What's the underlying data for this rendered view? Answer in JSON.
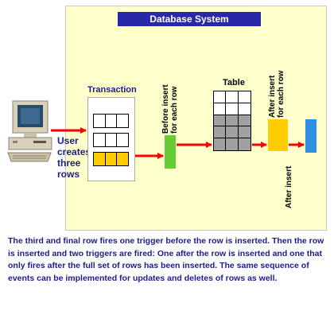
{
  "diagram": {
    "title": "Database System",
    "transaction_label": "Transaction",
    "table_label": "Table",
    "user_label_lines": [
      "User",
      "creates",
      "three",
      "rows"
    ],
    "before_insert_label": [
      "Before insert",
      "for each row"
    ],
    "after_insert_each_label": [
      "After insert",
      "for each row"
    ],
    "after_insert_label": "After insert",
    "colors": {
      "panel": "#ffffcc",
      "title_bar": "#2828a8",
      "arrow": "#ff0000",
      "trigger_before": "#66cc33",
      "trigger_after_each": "#ffcc00",
      "trigger_after": "#2f8fe0",
      "table_gray": "#a0a0a0"
    },
    "icons": [
      "computer-icon"
    ]
  },
  "caption": "The third and final row fires one trigger before the row is inserted. Then the row is inserted and two triggers are fired: One after the row is inserted and one that only fires after the full set of rows has been inserted. The same sequence of events can be implemented for updates and deletes of rows as well."
}
